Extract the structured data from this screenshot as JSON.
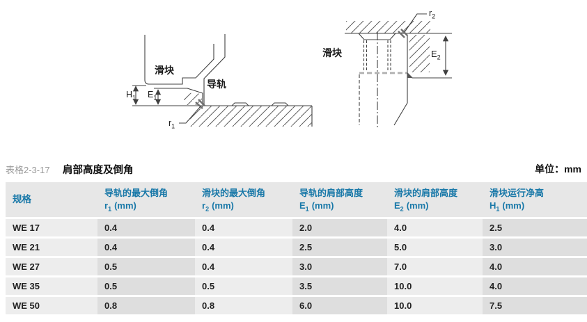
{
  "title_block": {
    "label": "表格2-3-17",
    "title": "肩部高度及倒角",
    "unit": "单位：mm"
  },
  "diagram": {
    "left": {
      "slider_label": "滑块",
      "rail_label": "导轨",
      "dim_h": {
        "sym": "H",
        "sub": "1"
      },
      "dim_e": {
        "sym": "E",
        "sub": "1"
      },
      "dim_r": {
        "sym": "r",
        "sub": "1"
      }
    },
    "right": {
      "slider_label": "滑块",
      "dim_e": {
        "sym": "E",
        "sub": "2"
      },
      "dim_r": {
        "sym": "r",
        "sub": "2"
      }
    }
  },
  "table": {
    "columns": [
      {
        "title": "规格",
        "sym": "",
        "sub": "",
        "unit": ""
      },
      {
        "title": "导轨的最大倒角",
        "sym": "r",
        "sub": "1",
        "unit": "(mm)"
      },
      {
        "title": "滑块的最大倒角",
        "sym": "r",
        "sub": "2",
        "unit": "(mm)"
      },
      {
        "title": "导轨的肩部高度",
        "sym": "E",
        "sub": "1",
        "unit": "(mm)"
      },
      {
        "title": "滑块的肩部高度",
        "sym": "E",
        "sub": "2",
        "unit": "(mm)"
      },
      {
        "title": "滑块运行净高",
        "sym": "H",
        "sub": "1",
        "unit": "(mm)"
      }
    ],
    "rows": [
      {
        "spec": "WE 17",
        "values": [
          "0.4",
          "0.4",
          "2.0",
          "4.0",
          "2.5"
        ]
      },
      {
        "spec": "WE 21",
        "values": [
          "0.4",
          "0.4",
          "2.5",
          "5.0",
          "3.0"
        ]
      },
      {
        "spec": "WE 27",
        "values": [
          "0.5",
          "0.4",
          "3.0",
          "7.0",
          "4.0"
        ]
      },
      {
        "spec": "WE 35",
        "values": [
          "0.5",
          "0.5",
          "3.5",
          "10.0",
          "4.0"
        ]
      },
      {
        "spec": "WE 50",
        "values": [
          "0.8",
          "0.8",
          "6.0",
          "10.0",
          "7.5"
        ]
      }
    ]
  },
  "colors": {
    "accent": "#1878a8",
    "header_bg": "#e7e7e7",
    "cell_light": "#ededed",
    "cell_dark": "#dedede"
  }
}
